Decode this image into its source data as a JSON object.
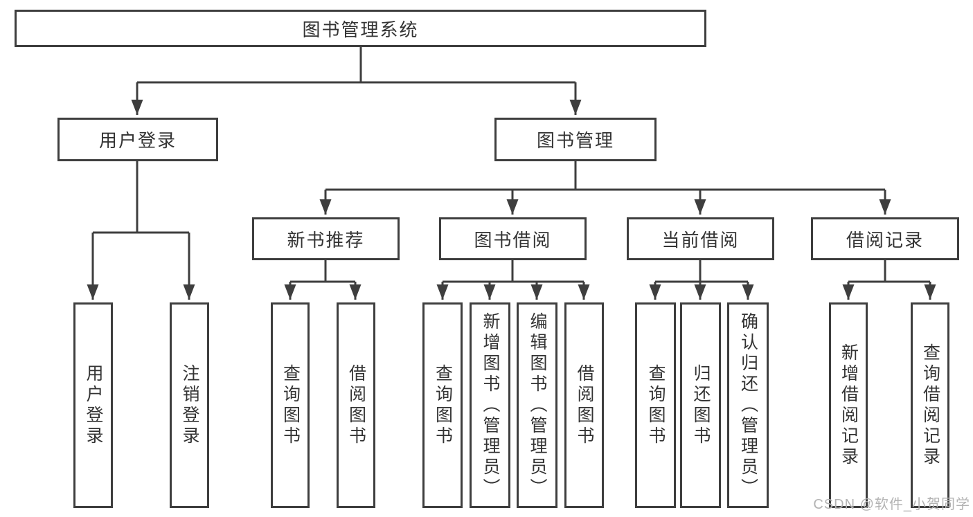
{
  "diagram": {
    "title_node": "图书管理系统",
    "login_branch": {
      "label": "用户登录",
      "children": [
        "用户登录",
        "注销登录"
      ]
    },
    "management_branch": {
      "label": "图书管理",
      "sections": [
        {
          "label": "新书推荐",
          "children": [
            "查询图书",
            "借阅图书"
          ]
        },
        {
          "label": "图书借阅",
          "children": [
            "查询图书",
            "新增图书（管理员）",
            "编辑图书（管理员）",
            "借阅图书"
          ]
        },
        {
          "label": "当前借阅",
          "children": [
            "查询图书",
            "归还图书",
            "确认归还（管理员）"
          ]
        },
        {
          "label": "借阅记录",
          "children": [
            "新增借阅记录",
            "查询借阅记录"
          ]
        }
      ]
    },
    "watermark": "CSDN @软件_小贺同学",
    "colors": {
      "line": "#3e3e3e",
      "text": "#333333",
      "watermark": "#b3b3b3",
      "background": "#ffffff"
    }
  }
}
